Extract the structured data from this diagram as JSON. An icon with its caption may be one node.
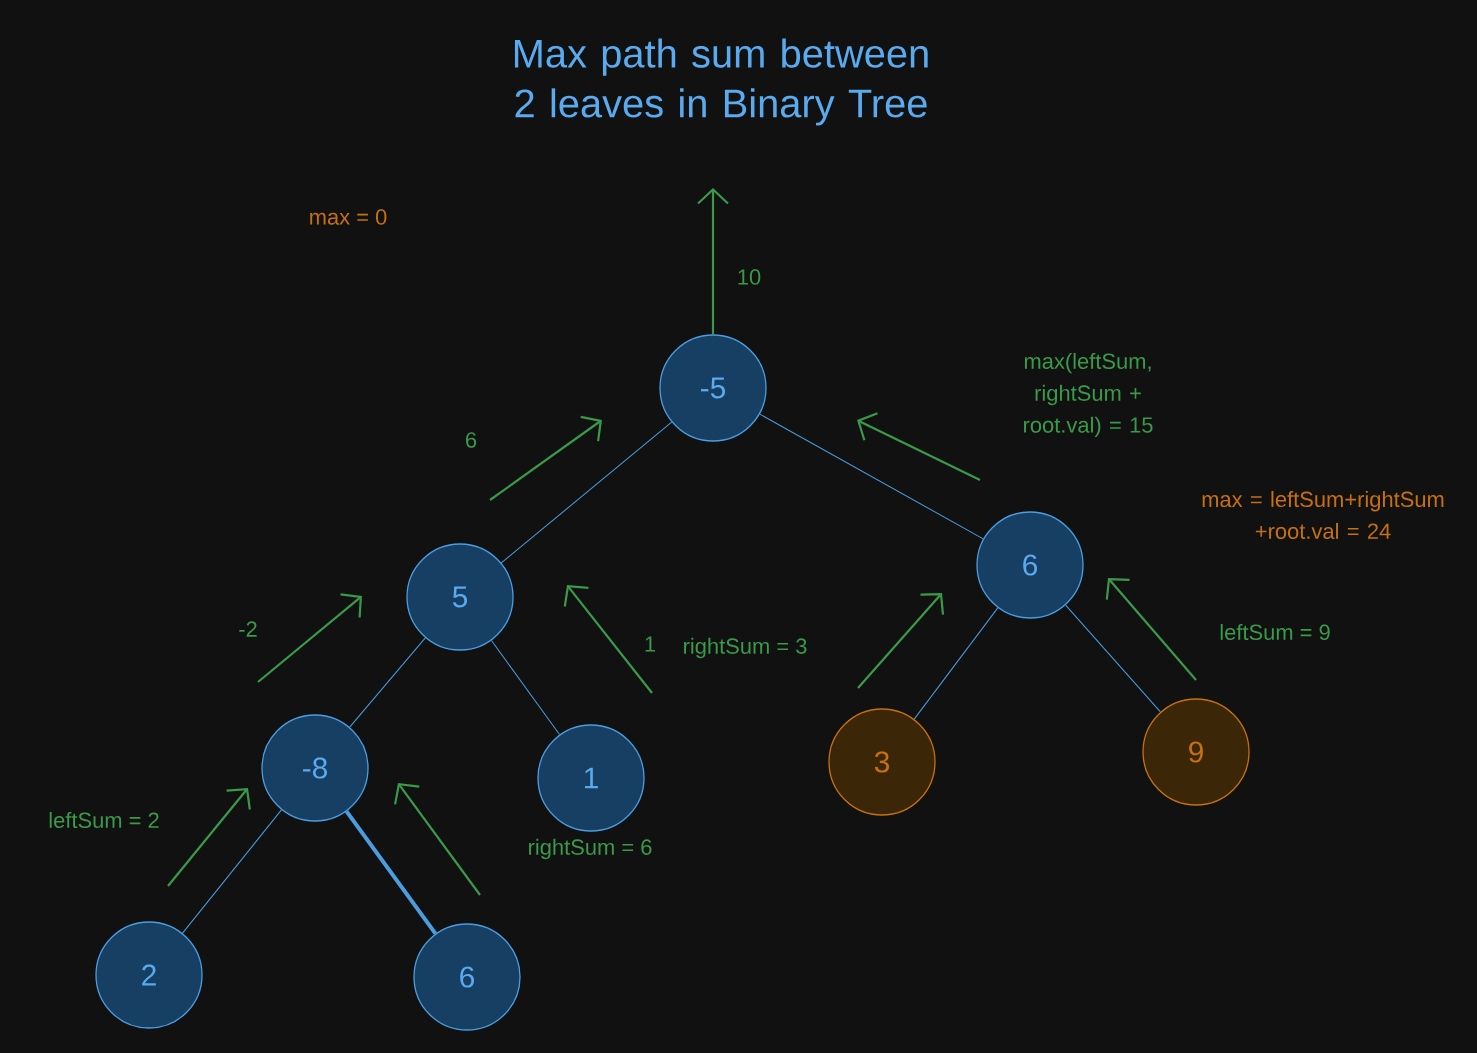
{
  "diagram": {
    "title": "Max path sum between 2 leaves in Binary Tree",
    "nodes": [
      {
        "text": [
          "-5"
        ]
      },
      {
        "text": [
          "5"
        ]
      },
      {
        "text": [
          "6"
        ]
      },
      {
        "text": [
          "-8"
        ]
      },
      {
        "text": [
          "1"
        ]
      },
      {
        "text": [
          "3"
        ]
      },
      {
        "text": [
          "9"
        ]
      },
      {
        "text": [
          "2"
        ]
      },
      {
        "text": [
          "6"
        ]
      }
    ],
    "edges": [
      {
        "from": 0,
        "to": null,
        "arrow": "to",
        "label": "10",
        "color": "#3a9a4a"
      },
      {
        "from": 0,
        "to": 1,
        "arrow": "none"
      },
      {
        "from": 0,
        "to": 2,
        "arrow": "none"
      },
      {
        "from": 1,
        "to": 3,
        "arrow": "none"
      },
      {
        "from": 1,
        "to": 4,
        "arrow": "none"
      },
      {
        "from": 2,
        "to": 5,
        "arrow": "none"
      },
      {
        "from": 2,
        "to": 6,
        "arrow": "none"
      },
      {
        "from": 3,
        "to": 7,
        "arrow": "none"
      },
      {
        "from": 3,
        "to": 8,
        "arrow": "none",
        "style": "thick"
      }
    ],
    "labels": [
      "max = 0",
      "max(leftSum, rightSum + root.val) = 15",
      "6",
      "max = leftSum+rightSum +root.val = 24",
      "-2",
      "1",
      "rightSum = 3",
      "leftSum = 9",
      "leftSum = 2",
      "rightSum = 6"
    ]
  }
}
